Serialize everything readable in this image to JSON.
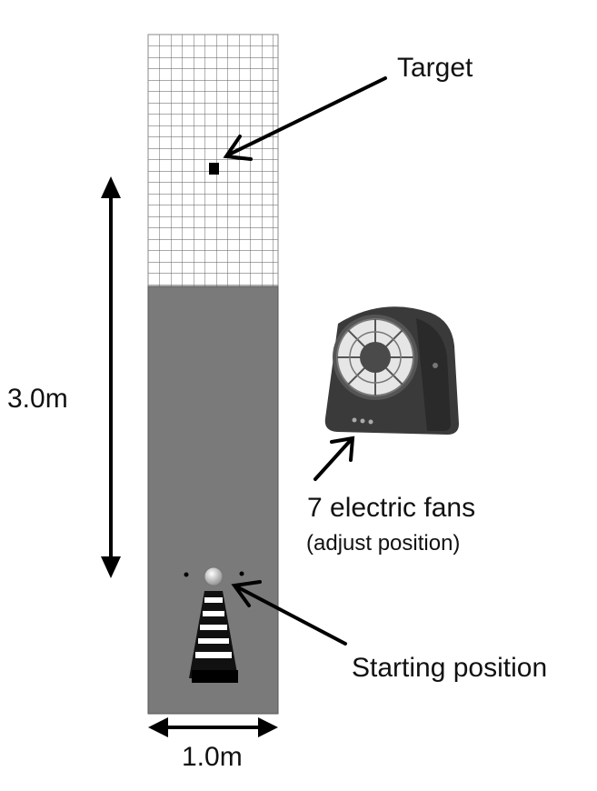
{
  "labels": {
    "target": "Target",
    "height": "3.0m",
    "fans": "7 electric fans",
    "fans_note": "(adjust position)",
    "start": "Starting position",
    "width": "1.0m"
  },
  "colors": {
    "lane": "#7a7a7a",
    "grid_line": "#555555",
    "background": "#ffffff",
    "ink": "#111111"
  },
  "icons": [
    "electric-fan-icon",
    "putter-icon",
    "ball-icon",
    "target-marker-icon"
  ]
}
